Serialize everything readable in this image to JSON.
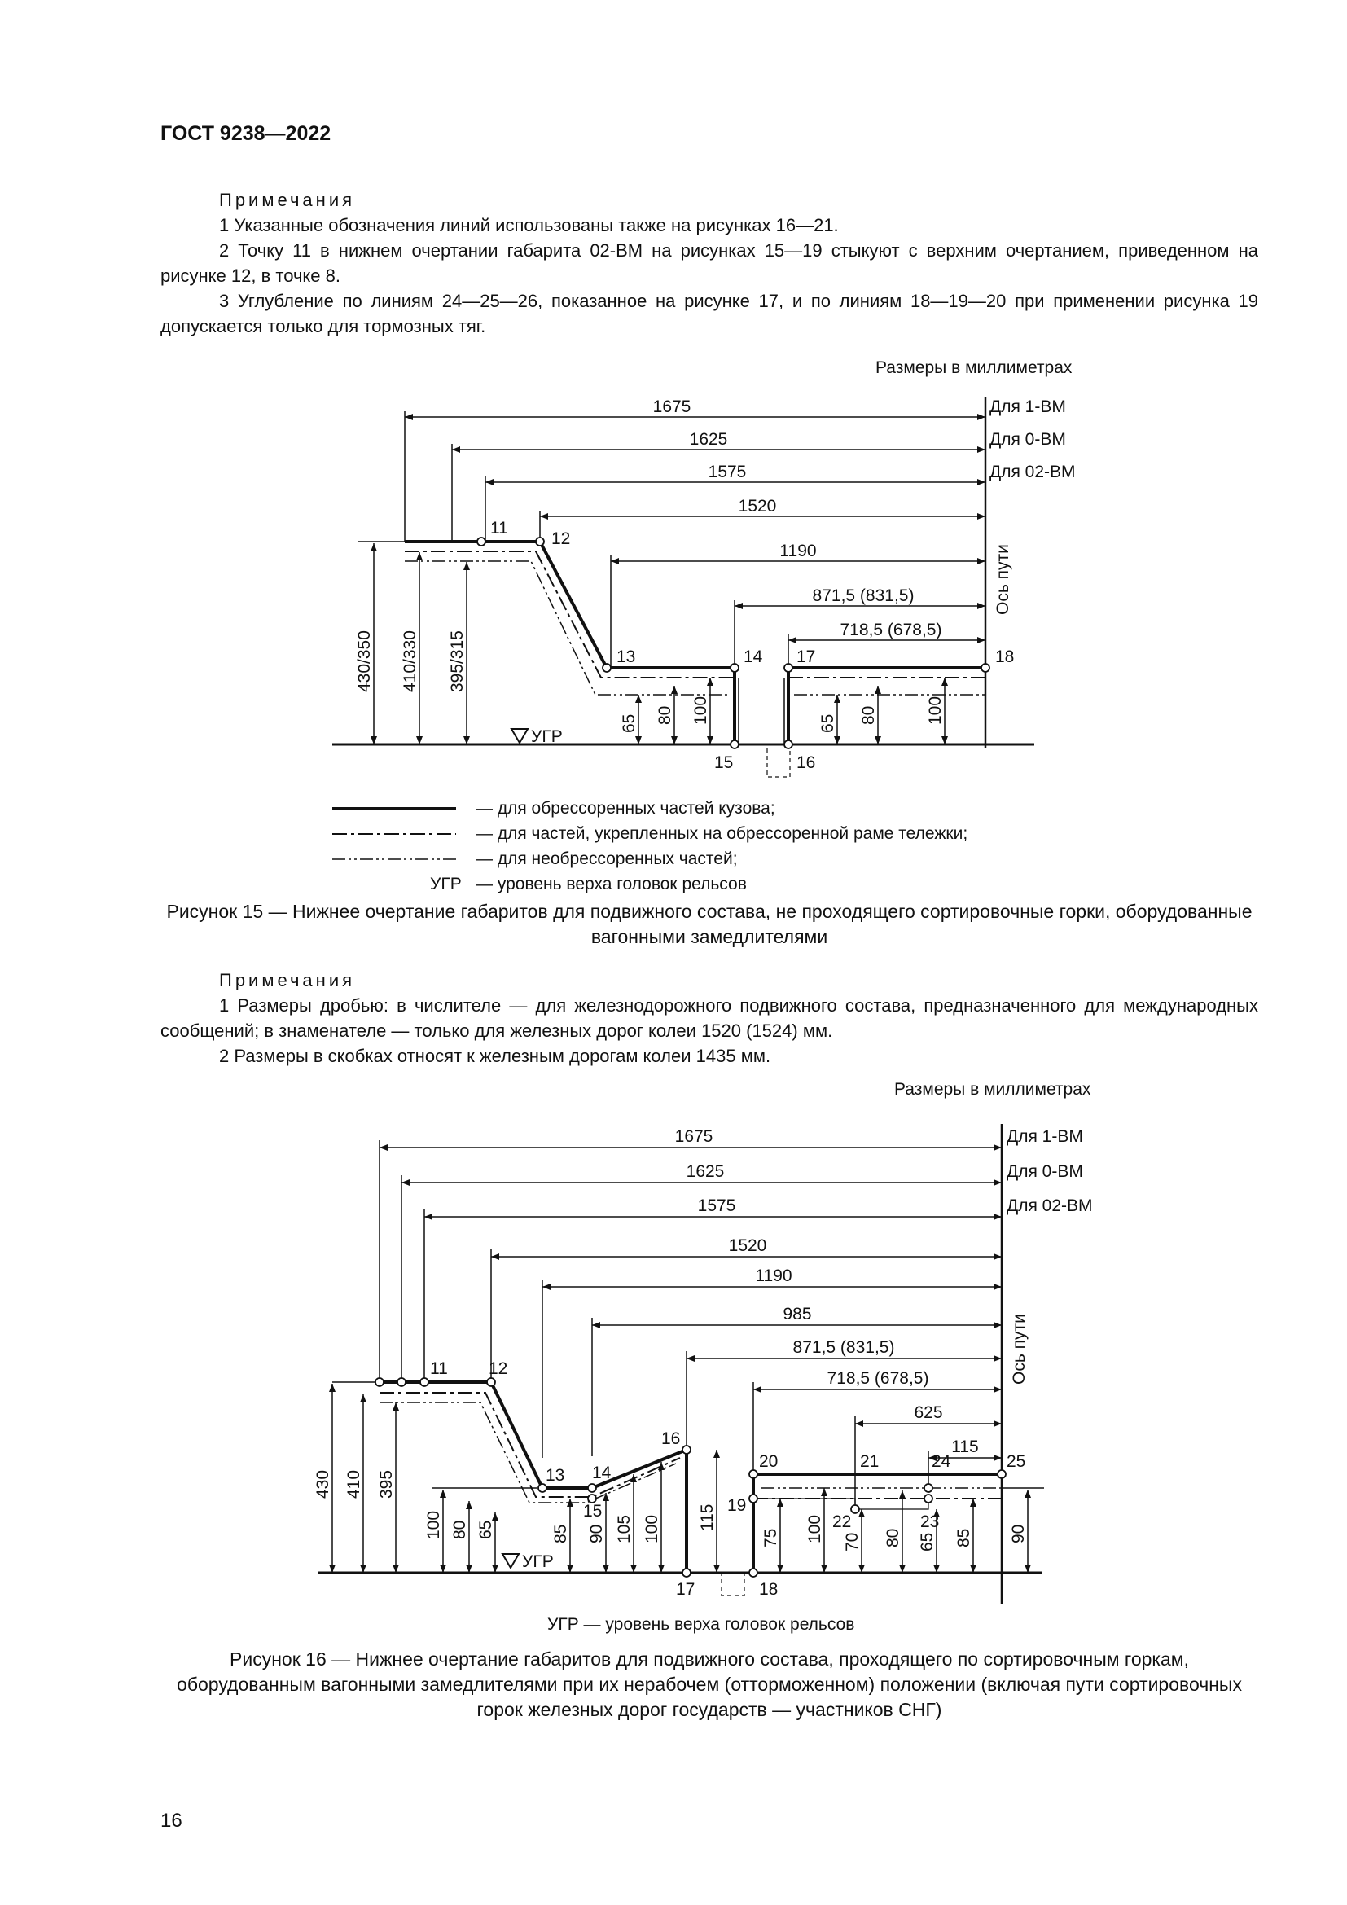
{
  "header": {
    "standard": "ГОСТ 9238—2022"
  },
  "notes_top": {
    "title": "Примечания",
    "items": [
      "1 Указанные обозначения линий использованы также на рисунках 16—21.",
      "2 Точку 11 в нижнем очертании габарита 02-ВМ на рисунках 15—19 стыкуют с верхним очертанием, приведенном на рисунке 12, в точке 8.",
      "3 Углубление по линиям 24—25—26, показанное на рисунке 17, и по линиям 18—19—20 при применении рисунка 19 допускается только для тормозных тяг."
    ]
  },
  "figure15": {
    "units": "Размеры в миллиметрах",
    "labels": {
      "v1675": "1675",
      "v1625": "1625",
      "v1575": "1575",
      "v1520": "1520",
      "v1190": "1190",
      "v871": "871,5 (831,5)",
      "v718": "718,5 (678,5)",
      "gab1": "Для 1-ВМ",
      "gab0": "Для 0-ВМ",
      "gab02": "Для 02-ВМ",
      "axis": "Ось пути",
      "h430": "430/350",
      "h410": "410/330",
      "h395": "395/315",
      "h65a": "65",
      "h80a": "80",
      "h100a": "100",
      "h65b": "65",
      "h80b": "80",
      "h100b": "100",
      "p11": "11",
      "p12": "12",
      "p13": "13",
      "p14": "14",
      "p15": "15",
      "p16": "16",
      "p17": "17",
      "p18": "18",
      "ugr": "УГР"
    },
    "legend": [
      "— для обрессоренных частей кузова;",
      "— для частей, укрепленных на обрессоренной раме тележки;",
      "— для необрессоренных частей;",
      "— уровень верха головок рельсов"
    ],
    "legend_ugr": "УГР",
    "caption": "Рисунок 15 — Нижнее очертание габаритов для подвижного состава, не проходящего сортировочные горки, оборудованные вагонными замедлителями"
  },
  "notes_mid": {
    "title": "Примечания",
    "items": [
      "1 Размеры дробью: в числителе — для железнодорожного подвижного состава, предназначенного для международных сообщений; в знаменателе — только для железных дорог колеи 1520 (1524) мм.",
      "2 Размеры в скобках относят к железным дорогам колеи 1435 мм."
    ]
  },
  "figure16": {
    "units": "Размеры в миллиметрах",
    "labels": {
      "v1675": "1675",
      "v1625": "1625",
      "v1575": "1575",
      "v1520": "1520",
      "v1190": "1190",
      "v985": "985",
      "v871": "871,5 (831,5)",
      "v718": "718,5 (678,5)",
      "v625": "625",
      "v115": "115",
      "gab1": "Для 1-ВМ",
      "gab0": "Для 0-ВМ",
      "gab02": "Для 02-ВМ",
      "axis": "Ось пути",
      "h430": "430",
      "h410": "410",
      "h395": "395",
      "h100a": "100",
      "h80a": "80",
      "h65a": "65",
      "h85a": "85",
      "h90a": "90",
      "h105": "105",
      "h100b": "100",
      "h115": "115",
      "h75": "75",
      "h100c": "100",
      "h70": "70",
      "h80b": "80",
      "h65b": "65",
      "h85b": "85",
      "h90b": "90",
      "p11": "11",
      "p12": "12",
      "p13": "13",
      "p14": "14",
      "p15": "15",
      "p16": "16",
      "p17": "17",
      "p18": "18",
      "p19": "19",
      "p20": "20",
      "p21": "21",
      "p22": "22",
      "p23": "23",
      "p24": "24",
      "p25": "25",
      "ugr": "УГР"
    },
    "ugr_note": "УГР — уровень верха головок рельсов",
    "caption": "Рисунок 16 — Нижнее очертание габаритов для подвижного состава, проходящего по сортировочным горкам, оборудованным вагонными замедлителями при их нерабочем (отторможенном) положении (включая пути сортировочных горок железных дорог государств — участников СНГ)"
  },
  "page_number": "16"
}
